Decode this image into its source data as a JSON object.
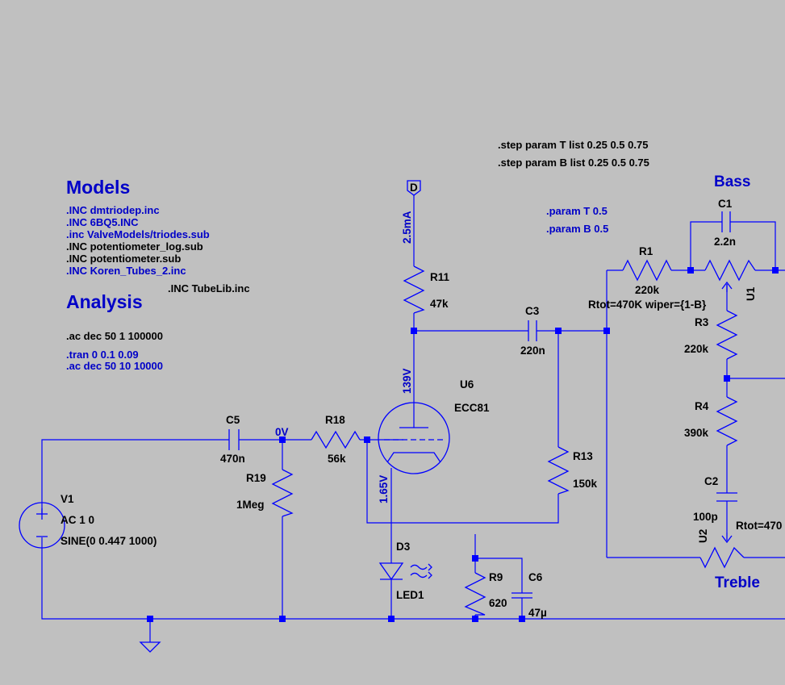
{
  "directives": {
    "models_heading": "Models",
    "analysis_heading": "Analysis",
    "includes": [
      ".INC dmtriodep.inc",
      ".INC 6BQ5.INC",
      ".inc ValveModels/triodes.sub",
      ".INC potentiometer_log.sub",
      ".INC potentiometer.sub",
      ".INC Koren_Tubes_2.inc"
    ],
    "tubelib": ".INC TubeLib.inc",
    "ac_active": ".ac dec 50 1 100000",
    "tran_comment": ".tran 0 0.1 0.09",
    "ac_comment": ".ac dec 50 10 10000",
    "step_t": ".step param T list 0.25 0.5 0.75",
    "step_b": ".step param B list 0.25 0.5 0.75",
    "param_t": ".param T 0.5",
    "param_b": ".param B 0.5"
  },
  "sections": {
    "bass": "Bass",
    "treble": "Treble"
  },
  "components": {
    "v1": {
      "name": "V1",
      "line1": "AC 1 0",
      "line2": "SINE(0 0.447 1000)"
    },
    "c5": {
      "name": "C5",
      "value": "470n"
    },
    "r18": {
      "name": "R18",
      "value": "56k"
    },
    "r19": {
      "name": "R19",
      "value": "1Meg"
    },
    "r11": {
      "name": "R11",
      "value": "47k"
    },
    "c3": {
      "name": "C3",
      "value": "220n"
    },
    "u6": {
      "name": "U6",
      "value": "ECC81"
    },
    "r13": {
      "name": "R13",
      "value": "150k"
    },
    "d3": {
      "name": "D3",
      "value": "LED1"
    },
    "r9": {
      "name": "R9",
      "value": "620"
    },
    "c6": {
      "name": "C6",
      "value": "47µ"
    },
    "r1": {
      "name": "R1",
      "value": "220k"
    },
    "c1": {
      "name": "C1",
      "value": "2.2n"
    },
    "u1": {
      "name": "U1",
      "value": "Rtot=470K wiper={1-B}"
    },
    "r3": {
      "name": "R3",
      "value": "220k"
    },
    "r4": {
      "name": "R4",
      "value": "390k"
    },
    "c2": {
      "name": "C2",
      "value": "100p"
    },
    "u2": {
      "name": "U2",
      "value": "Rtot=470"
    }
  },
  "labels": {
    "probe_d": "D",
    "i_r11": "2.5mA",
    "v_plate": "139V",
    "v_cathode": "1.65V",
    "v_grid": "0V"
  },
  "colors": {
    "background": "#c0c0c0",
    "wire": "#0000ff",
    "directive_text": "#000000",
    "comment_text": "#0000c8"
  }
}
